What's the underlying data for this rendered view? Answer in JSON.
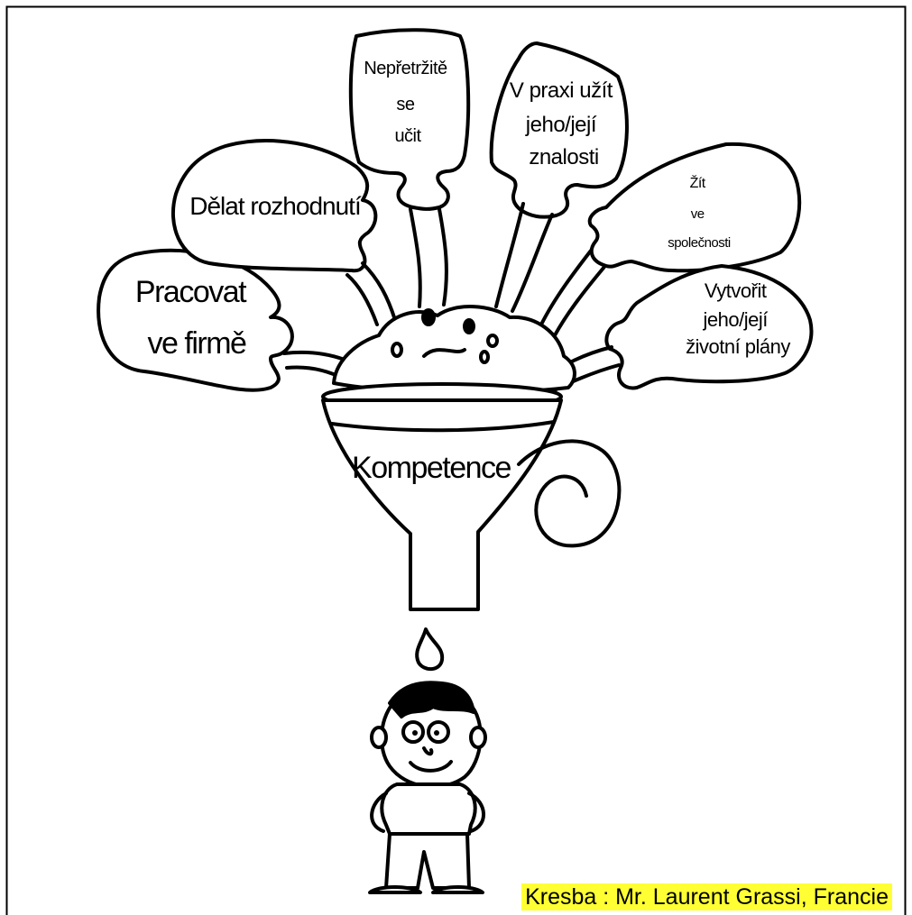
{
  "bottles": {
    "left_low": [
      "Pracovat",
      "ve firmě"
    ],
    "left_mid": [
      "Dělat rozhodnutí"
    ],
    "top_left": [
      "Nepřetržitě",
      "se",
      "učit"
    ],
    "top_right": [
      "V praxi užít",
      "jeho/její",
      "znalosti"
    ],
    "right_mid": [
      "Žít",
      "ve",
      "společnosti"
    ],
    "right_low": [
      "Vytvořit",
      "jeho/její",
      "životní plány"
    ]
  },
  "funnel": {
    "label": "Kompetence"
  },
  "credit": "Kresba : Mr. Laurent Grassi, Francie",
  "colors": {
    "ink": "#000000",
    "paper": "#ffffff",
    "credit_highlight": "#ffff33"
  }
}
